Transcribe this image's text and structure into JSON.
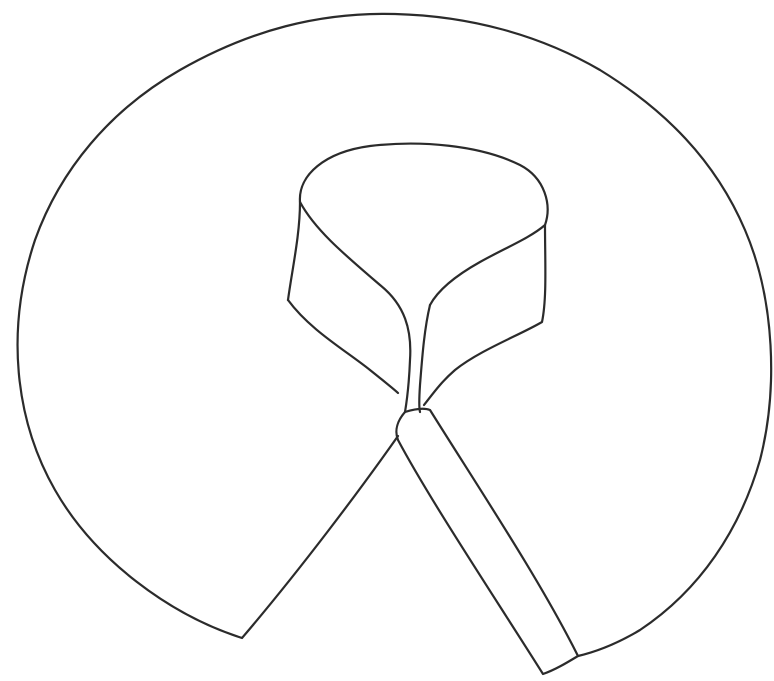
{
  "drawing": {
    "style": "hand-drawn line art",
    "background_color": "#ffffff",
    "ink_color": "#2b2b2b",
    "parts": [
      "outer-cape-body",
      "collar-band-top-rim",
      "collar-band-left-side",
      "collar-band-right-side",
      "collar-front-left-edge",
      "collar-front-right-edge",
      "front-placket-strip"
    ]
  }
}
